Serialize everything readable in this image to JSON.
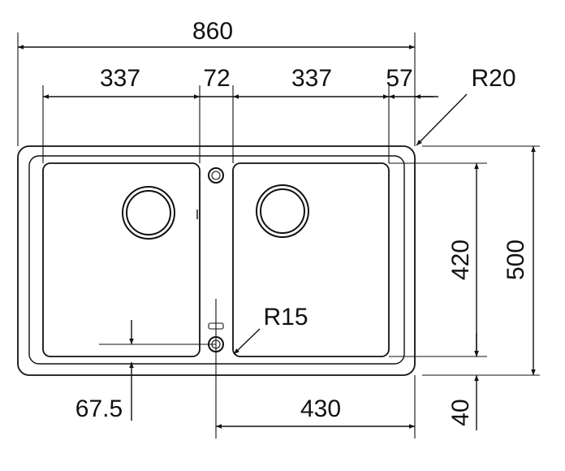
{
  "dimensions": {
    "overall_width": "860",
    "bowl_left_width": "337",
    "center_gap": "72",
    "bowl_right_width": "337",
    "right_margin": "57",
    "outer_radius": "R20",
    "bowl_height": "420",
    "overall_height": "500",
    "inner_radius": "R15",
    "drain_offset": "67.5",
    "drain_span": "430",
    "bottom_margin": "40"
  }
}
